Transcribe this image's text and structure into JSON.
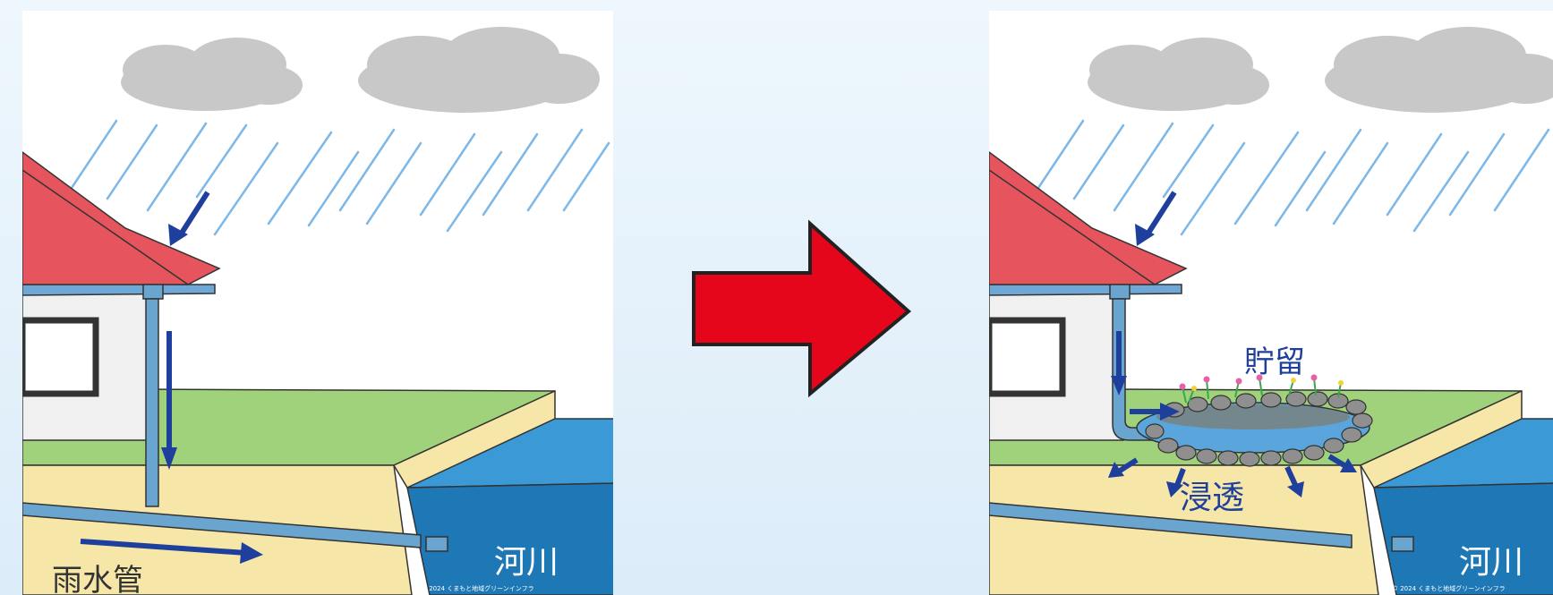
{
  "panels": {
    "before": {
      "pipe_label": "雨水管",
      "river_label": "河川",
      "copyright": "© 2024 くまもと地域グリーンインフラ"
    },
    "after": {
      "storage_label": "貯留",
      "infiltration_label": "浸透",
      "river_label": "河川",
      "copyright": "© 2024 くまもと地域グリーンインフラ"
    }
  },
  "colors": {
    "sky": "#ffffff",
    "cloud": "#c8c8c8",
    "rain": "#7db8e8",
    "roof": "#e6555e",
    "roof_trim": "#6fa8d6",
    "wall": "#f0f0f0",
    "grass": "#9fd27a",
    "soil": "#f6e7a8",
    "river_top": "#3b9ad6",
    "river_front": "#1f78b6",
    "pipe": "#6aa5cf",
    "flow_arrow": "#1f3f9c",
    "transition_arrow": "#e5061b",
    "pond": "#5aa6dc",
    "stone": "#8f8f8f"
  }
}
